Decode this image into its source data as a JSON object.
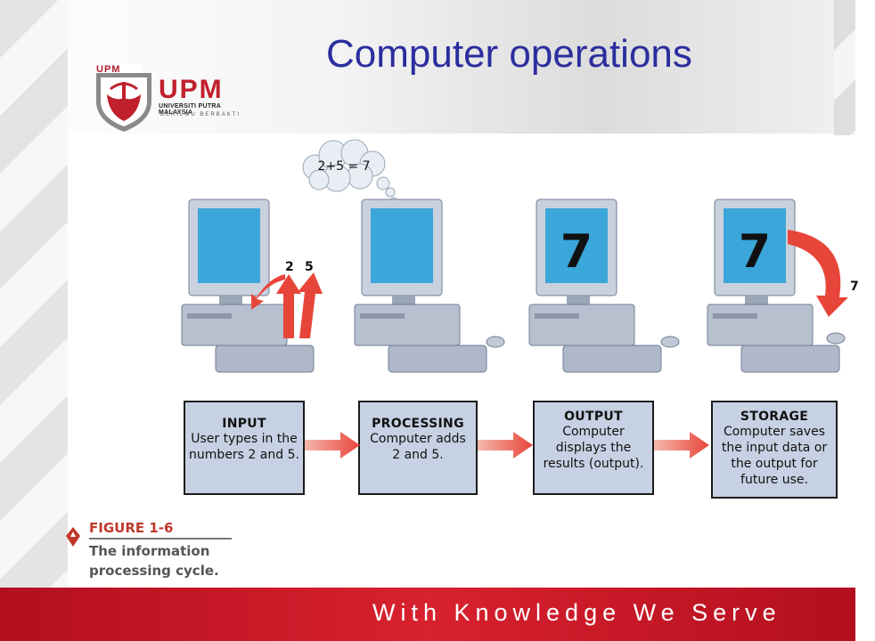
{
  "slide": {
    "title": "Computer operations"
  },
  "logo": {
    "abbr_small": "UPM",
    "abbr": "UPM",
    "university": "UNIVERSITI PUTRA MALAYSIA",
    "motto": "BERILMU BERBAKTI"
  },
  "figure": {
    "thought": "2+5 = 7",
    "input_digits": [
      "2",
      "5"
    ],
    "screen_result": "7",
    "storage_label": "7",
    "steps": [
      {
        "title": "INPUT",
        "desc": [
          "User types in the",
          "numbers 2 and 5."
        ]
      },
      {
        "title": "PROCESSING",
        "desc": [
          "Computer adds",
          "2 and 5."
        ]
      },
      {
        "title": "OUTPUT",
        "desc": [
          "Computer",
          "displays the",
          "results (output)."
        ]
      },
      {
        "title": "STORAGE",
        "desc": [
          "Computer saves",
          "the input data or",
          "the output for",
          "future use."
        ]
      }
    ],
    "caption_label": "FIGURE 1-6",
    "caption_text": "The information processing cycle.",
    "colors": {
      "box_fill": "#c6d1e3",
      "arrow_red": "#e8453a",
      "screen_blue": "#3aa6d9",
      "caption_red": "#c0392b"
    }
  },
  "footer": {
    "slogan": "With Knowledge We Serve"
  }
}
